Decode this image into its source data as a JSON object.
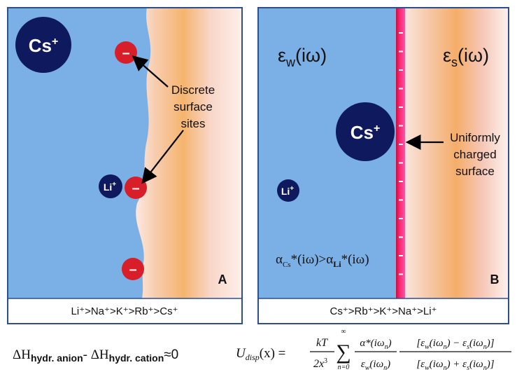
{
  "panel_a": {
    "cation_large": "Cs",
    "cation_small": "Li",
    "plus": "+",
    "site_charge": "–",
    "annotation_lines": [
      "Discrete",
      "surface",
      "sites"
    ],
    "panel_label": "A",
    "series_label": "Li⁺>Na⁺>K⁺>Rb⁺>Cs⁺"
  },
  "panel_b": {
    "cation_large": "Cs",
    "cation_small": "Li",
    "plus": "+",
    "eps_water": {
      "symbol": "ε",
      "subscript": "w",
      "argument": "(iω)"
    },
    "eps_surface": {
      "symbol": "ε",
      "subscript": "s",
      "argument": "(iω)"
    },
    "annotation_lines": [
      "Uniformly",
      "charged",
      "surface"
    ],
    "polarizability": {
      "alpha": "α",
      "sub_cs": "Cs",
      "sub_li": "Li",
      "star_arg": "*(iω)",
      "relation": ">"
    },
    "panel_label": "B",
    "series_label": "Cs⁺>Rb⁺>K⁺>Na⁺>Li⁺"
  },
  "equation_left": {
    "delta_h": "ΔH",
    "sub_anion": "hydr. anion",
    "sub_cation": "hydr. cation",
    "minus": "- ",
    "approx": "≈0"
  },
  "equation_right": {
    "lhs": "U",
    "lhs_sub": "disp",
    "lhs_arg": "(x) =",
    "frac_num": "kT",
    "frac_den": "2x",
    "frac_den_exp": "3",
    "sum": "∑",
    "sum_upper": "∞",
    "sum_lower": "n=0",
    "alpha_num": "α*(iω",
    "eps_w_den": "ε",
    "num_bracket": "[ε",
    "den_bracket": "[ε",
    "n_sub": "n",
    "w_sub": "w",
    "s_sub": "s",
    "arg_n": "(iω",
    "close": ")",
    "minus_mid": ") − ε",
    "plus_mid": ") + ε",
    "close_bracket": ")]"
  },
  "colors": {
    "water": "#7bb0e6",
    "frame": "#2f4e8c",
    "ion": "#0f1a5e",
    "site": "#d81e28",
    "surface_red": "#e8185a"
  }
}
